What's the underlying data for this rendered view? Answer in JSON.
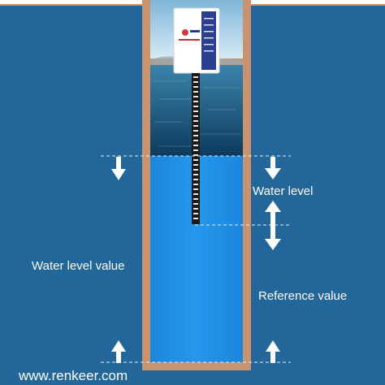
{
  "labels": {
    "water_level": "Water level",
    "water_level_value": "Water level value",
    "reference_value": "Reference value",
    "website": "www.renkeer.com"
  },
  "colors": {
    "background_blue": "#23679a",
    "pipe_wall": "#c8936e",
    "water": "#1f8fe3",
    "sea_top": "#2a6f96",
    "sea_bottom": "#0f3f63",
    "sky": "#a9d3ea",
    "dashed_line": "#e6eef5",
    "arrow": "#ffffff"
  },
  "icons": {
    "sensor": "radar-water-level-sensor-icon",
    "gauge": "staff-gauge-icon",
    "arrow_down": "arrow-down-icon",
    "arrow_up": "arrow-up-icon",
    "arrow_both": "double-arrow-icon"
  }
}
